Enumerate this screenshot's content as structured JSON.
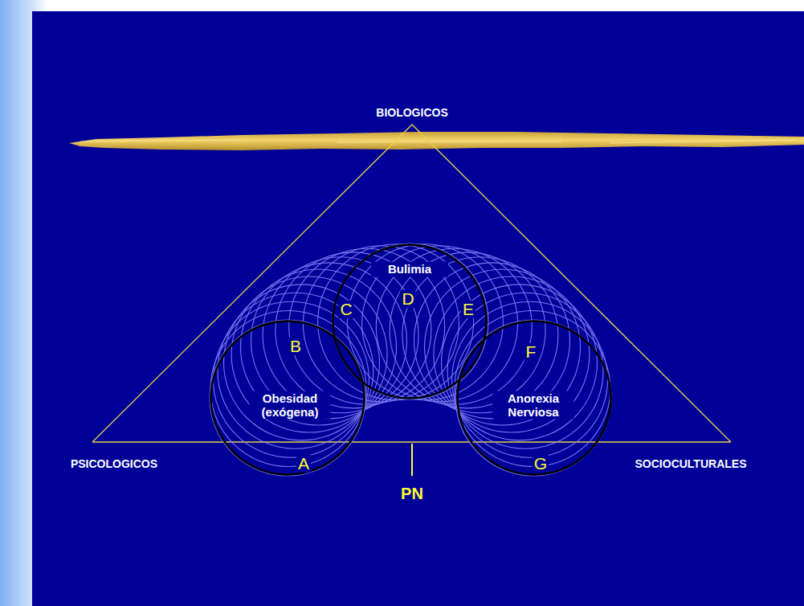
{
  "diagram": {
    "nodes": [
      {
        "text": [
          "Bulimia"
        ]
      },
      {
        "text": [
          "Obesidad (exógena)"
        ]
      },
      {
        "text": [
          "Anorexia Nerviosa"
        ]
      }
    ],
    "labels": [
      "BIOLOGICOS",
      "PSICOLOGICOS",
      "SOCIOCULTURALES",
      "PN",
      "A",
      "B",
      "C",
      "D",
      "E",
      "F",
      "G"
    ]
  }
}
